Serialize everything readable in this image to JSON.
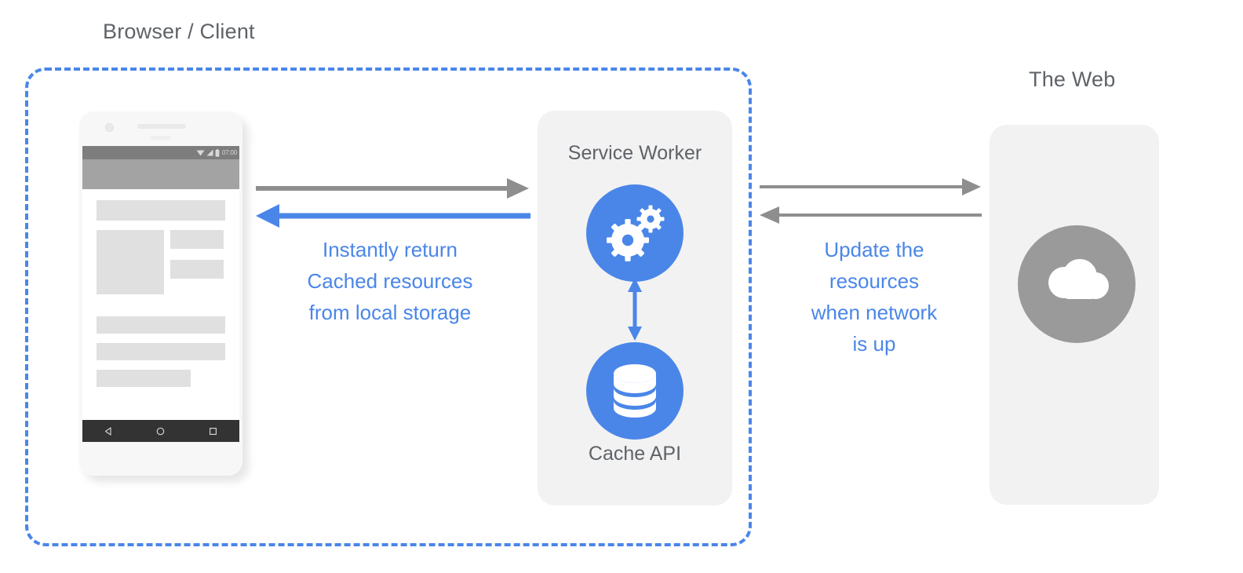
{
  "diagram": {
    "title_left": "Browser / Client",
    "title_right": "The Web",
    "colors": {
      "accent_blue": "#4a86e8",
      "label_gray": "#5f6368",
      "card_gray": "#f2f2f2",
      "arrow_gray": "#8e8e8e",
      "cloud_circle_gray": "#9a9a9a"
    }
  },
  "phone": {
    "status_bar": {
      "time": "07:00",
      "icons": [
        "wifi-icon",
        "signal-icon",
        "battery-icon"
      ]
    },
    "nav_bar": {
      "buttons": [
        "back-button",
        "home-button",
        "recents-button"
      ]
    },
    "content_placeholders": [
      "title-block",
      "image-block",
      "side-block-1",
      "side-block-2",
      "text-line-1",
      "text-line-2",
      "text-line-3"
    ]
  },
  "service_worker_card": {
    "title": "Service Worker",
    "cache_title": "Cache API",
    "gears_icon": "gears-icon",
    "cache_icon": "database-icon"
  },
  "web_card": {
    "cloud_icon": "cloud-icon"
  },
  "annotations": {
    "left": {
      "lines": [
        "Instantly return",
        "Cached resources",
        "from local storage"
      ],
      "line1": "Instantly return",
      "line2": "Cached resources",
      "line3": "from local storage"
    },
    "right": {
      "lines": [
        "Update the",
        "resources",
        "when network",
        "is up"
      ],
      "line1": "Update the",
      "line2": "resources",
      "line3": "when network",
      "line4": "is up"
    }
  },
  "arrows": {
    "phone_to_sw": "request-arrow-right-gray",
    "sw_to_phone": "response-arrow-left-blue",
    "sw_to_web": "fetch-arrow-right-gray",
    "web_to_sw": "update-arrow-left-gray",
    "sw_cache": "bidirectional-arrow-blue"
  }
}
